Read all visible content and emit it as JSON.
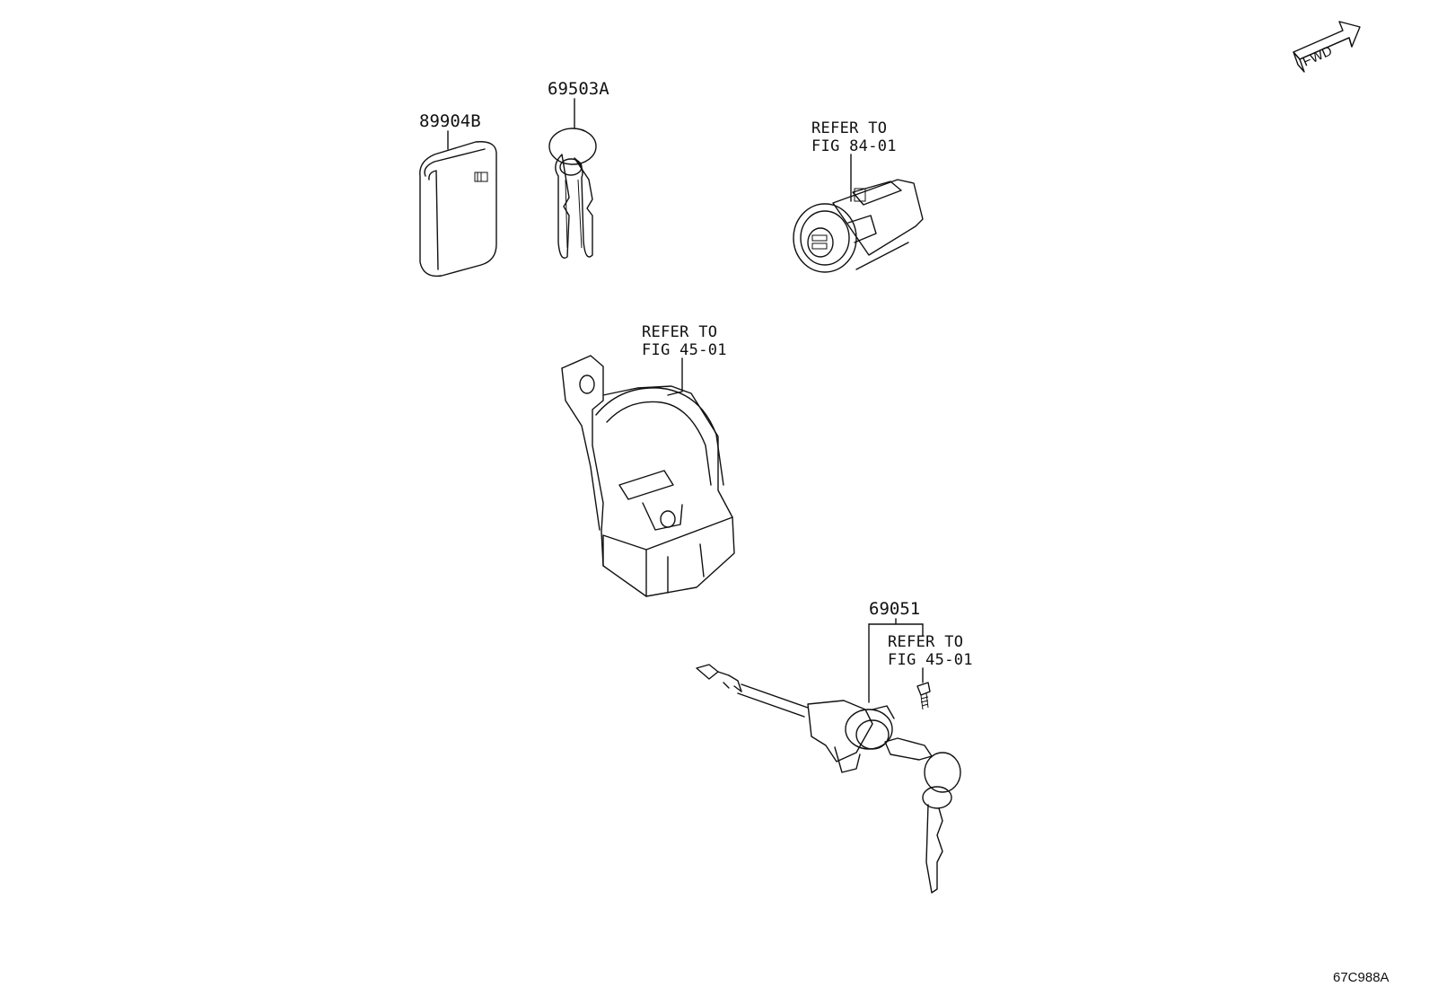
{
  "parts": {
    "fob_number": "89904B",
    "key_number": "69503A",
    "cylinder_number": "69051"
  },
  "refs": {
    "switch": [
      "REFER TO",
      "FIG 84-01"
    ],
    "steering_lock": [
      "REFER TO",
      "FIG 45-01"
    ],
    "cylinder": [
      "REFER TO",
      "FIG 45-01"
    ]
  },
  "fwd_label": "FWD",
  "diagram_code": "67C988A"
}
